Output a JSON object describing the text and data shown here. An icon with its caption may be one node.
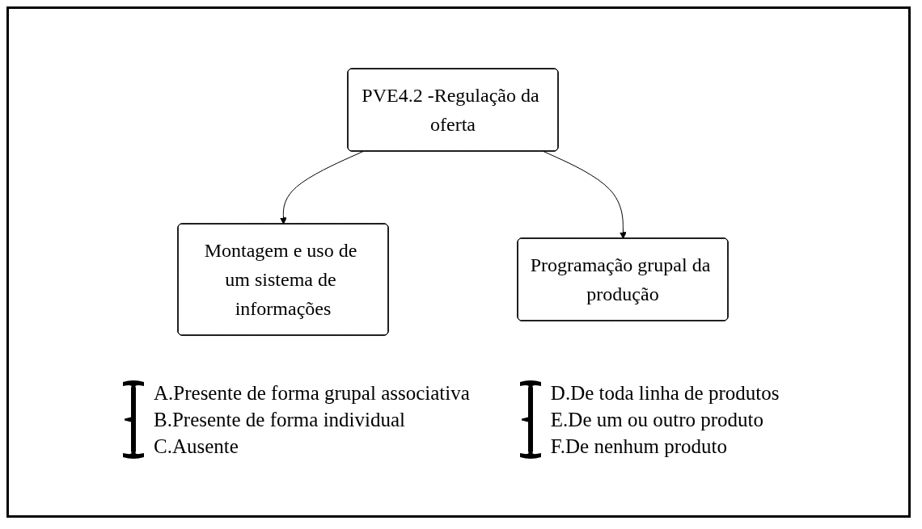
{
  "diagram": {
    "nodes": [
      {
        "text": [
          "PVE4.2 -Regulação da oferta"
        ]
      },
      {
        "text": [
          "Montagem e uso de um sistema de informações"
        ]
      },
      {
        "text": [
          "Programação grupal da produção"
        ]
      }
    ],
    "edges": [
      {
        "from": 0,
        "to": 1,
        "arrow": "to"
      },
      {
        "from": 0,
        "to": 2,
        "arrow": "to"
      }
    ],
    "labels": [
      "A.Presente de forma grupal associativa",
      "B.Presente de forma individual",
      "C.Ausente",
      "D.De toda linha de produtos",
      "E.De um ou outro produto",
      "F.De nenhum produto"
    ]
  }
}
